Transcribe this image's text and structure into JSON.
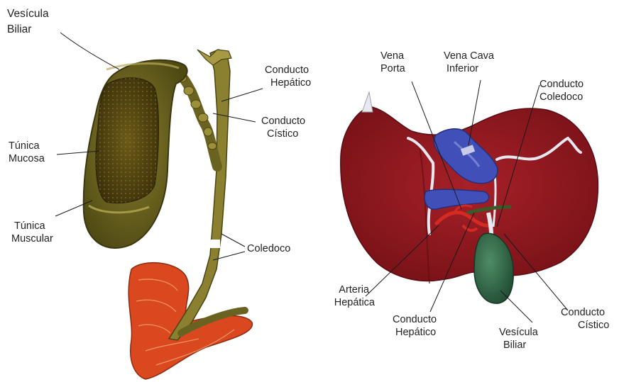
{
  "colors": {
    "gallbladder": "#7d7425",
    "gallbladder_dark": "#4f4a14",
    "mucosa": "#5c4c12",
    "duodenum": "#d9481e",
    "liver": "#9b1b22",
    "liver_dark": "#6f1016",
    "vein_blue": "#4050b8",
    "artery_red": "#d42a22",
    "duct_white": "#e8e8f0",
    "gallbladder_green": "#2f6a48",
    "leader": "#1a1a1a"
  },
  "left_figure": {
    "vesicula_biliar": [
      "Vesícula",
      "Biliar"
    ],
    "conducto_hepatico": [
      "Conducto",
      "Hepático"
    ],
    "conducto_cistico": [
      "Conducto",
      "Cístico"
    ],
    "tunica_mucosa": [
      "Túnica",
      "Mucosa"
    ],
    "tunica_muscular": [
      "Túnica",
      "Muscular"
    ],
    "coledoco": "Coledoco"
  },
  "right_figure": {
    "vena_porta": [
      "Vena",
      "Porta"
    ],
    "vena_cava_inferior": [
      "Vena Cava",
      "Inferior"
    ],
    "conducto_coledoco": [
      "Conducto",
      "Coledoco"
    ],
    "arteria_hepatica": [
      "Arteria",
      "Hepática"
    ],
    "conducto_hepatico": [
      "Conducto",
      "Hepático"
    ],
    "vesicula_biliar": [
      "Vesícula",
      "Biliar"
    ],
    "conducto_cistico": [
      "Conducto",
      "Cístico"
    ]
  }
}
